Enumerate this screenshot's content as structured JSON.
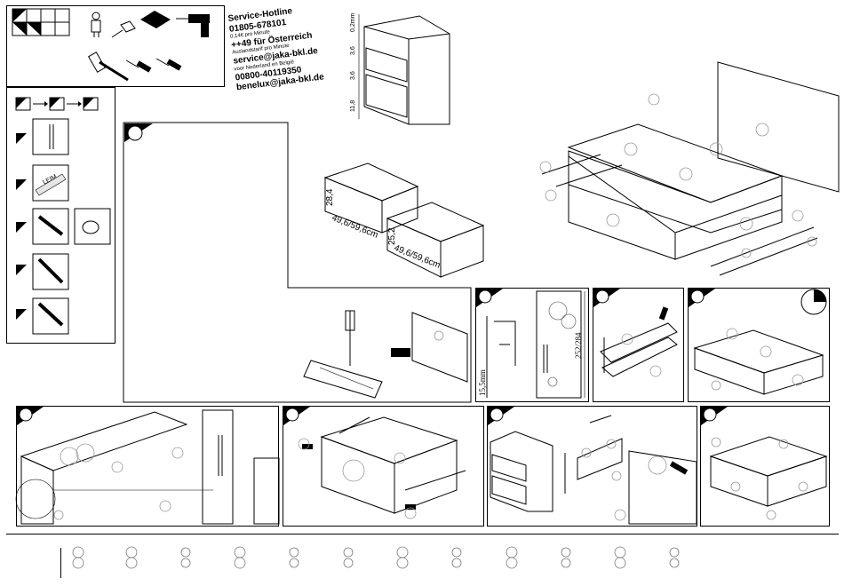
{
  "hotline": {
    "title": "Service-Hotline",
    "phone_de": "01805-678101",
    "price_de": "0,14€ pro Minute",
    "austria": "++49 für Österreich",
    "austria_note": "Auslandstarif pro Minute",
    "email_de": "service@jaka-bkl.de",
    "nl_be": "voor Nederland en België",
    "phone_nl": "00800-40119350",
    "email_nl": "benelux@jaka-bkl.de"
  },
  "heights": {
    "h1": "0,2mm",
    "h2": "3,6",
    "h3": "3,6",
    "h4": "11,8"
  },
  "drawer_dims": {
    "upper_height": "28,4",
    "upper_depth": "49,6/59,6cm",
    "lower_height": "25,2",
    "lower_depth": "49,6/59,6cm"
  },
  "glue_label": "LEIM",
  "step5": {
    "offset": "15,5mm",
    "height": "252/284"
  },
  "colors": {
    "line": "#000000",
    "panel_grey": "#e6e6e6",
    "circle_grey": "#999999"
  }
}
